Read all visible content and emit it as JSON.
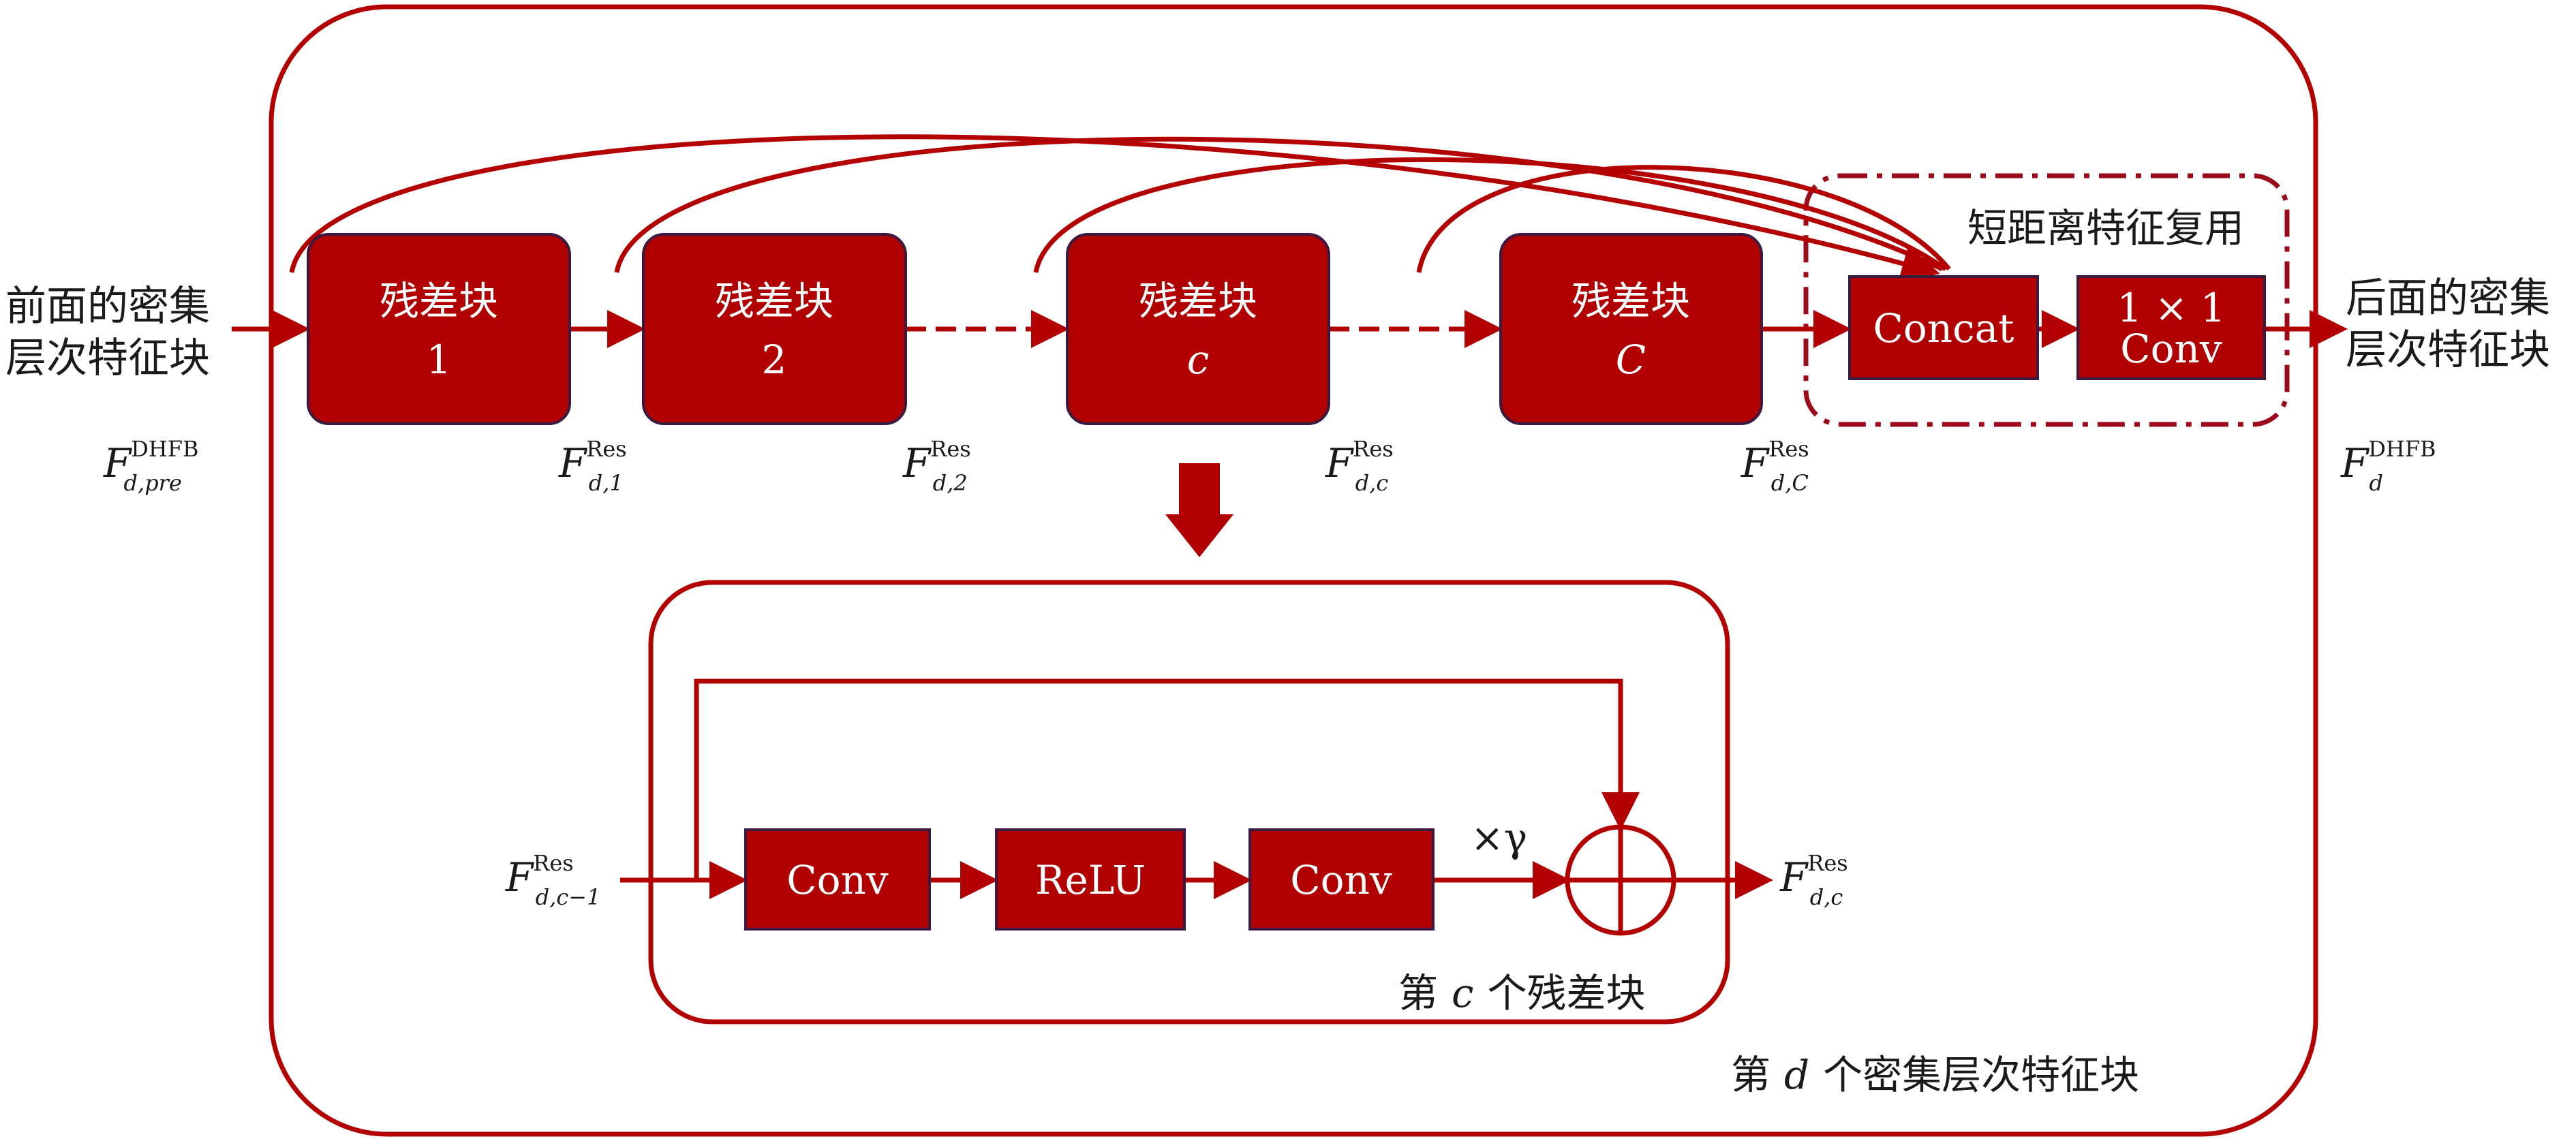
{
  "input": {
    "label_line1": "前面的密集",
    "label_line2": "层次特征块"
  },
  "output": {
    "label_line1": "后面的密集",
    "label_line2": "层次特征块"
  },
  "outer_caption": {
    "prefix": "第",
    "var": "d",
    "suffix": "个密集层次特征块"
  },
  "reuse_group_label": "短距离特征复用",
  "residual_blocks": [
    {
      "title": "残差块",
      "index": "1",
      "index_italic": false
    },
    {
      "title": "残差块",
      "index": "2",
      "index_italic": false
    },
    {
      "title": "残差块",
      "index": "c",
      "index_italic": true
    },
    {
      "title": "残差块",
      "index": "C",
      "index_italic": true
    }
  ],
  "concat_label": "Concat",
  "conv1x1": {
    "line1": "1 × 1",
    "line2": "Conv"
  },
  "features": {
    "pre": {
      "main": "F",
      "sup": "DHFB",
      "sub": "d,pre"
    },
    "res1": {
      "main": "F",
      "sup": "Res",
      "sub": "d,1"
    },
    "res2": {
      "main": "F",
      "sup": "Res",
      "sub": "d,2"
    },
    "resc": {
      "main": "F",
      "sup": "Res",
      "sub": "d,c"
    },
    "resC": {
      "main": "F",
      "sup": "Res",
      "sub": "d,C"
    },
    "out": {
      "main": "F",
      "sup": "DHFB",
      "sub": "d"
    }
  },
  "detail": {
    "ops": [
      "Conv",
      "ReLU",
      "Conv"
    ],
    "scale_label": "×γ",
    "input_feature": {
      "main": "F",
      "sup": "Res",
      "sub": "d,c−1"
    },
    "output_feature": {
      "main": "F",
      "sup": "Res",
      "sub": "d,c"
    },
    "caption": {
      "prefix": "第",
      "var": "c",
      "suffix": "个残差块"
    }
  },
  "colors": {
    "accent": "#b30000",
    "block_fill": "#b00000",
    "block_border": "#3a1a40"
  }
}
